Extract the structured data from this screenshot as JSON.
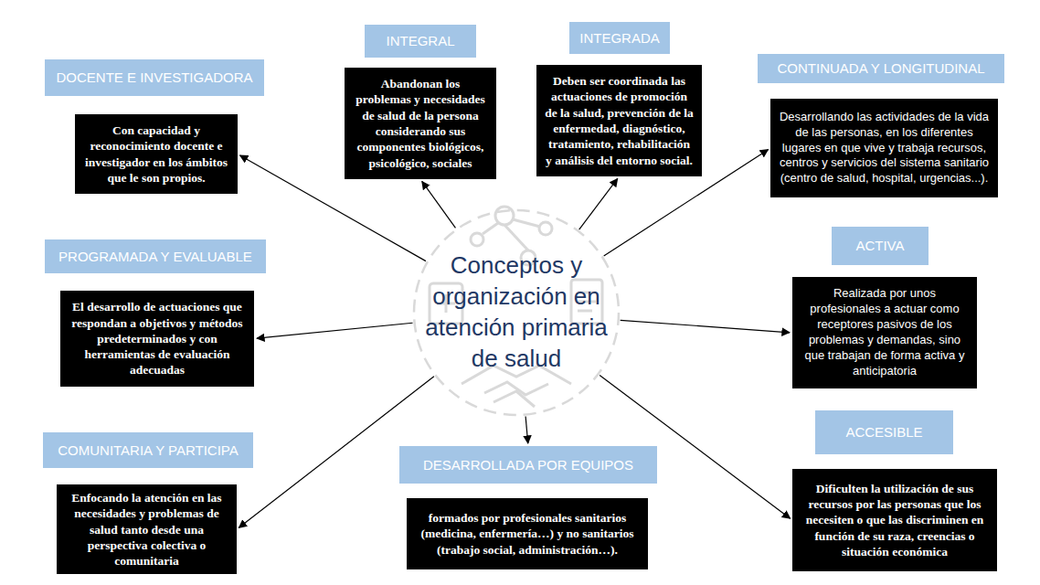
{
  "diagram": {
    "nodes": [
      {
        "text": [
          "Conceptos y organización en atención primaria de salud"
        ]
      },
      {
        "text": [
          "DOCENTE E INVESTIGADORA"
        ]
      },
      {
        "text": [
          "Con capacidad y reconocimiento docente e investigador en los ámbitos que le son propios."
        ]
      },
      {
        "text": [
          "INTEGRAL"
        ]
      },
      {
        "text": [
          "Abandonan los problemas y necesidades de salud de la persona considerando sus componentes biológicos, psicológico, sociales"
        ]
      },
      {
        "text": [
          "INTEGRADA"
        ]
      },
      {
        "text": [
          "Deben ser coordinada las actuaciones de promoción de la salud, prevención de la enfermedad, diagnóstico, tratamiento, rehabilitación y análisis del entorno social."
        ]
      },
      {
        "text": [
          "CONTINUADA Y LONGITUDINAL"
        ]
      },
      {
        "text": [
          "Desarrollando las actividades de la vida de las personas, en los diferentes lugares en que vive y trabaja recursos, centros y servicios del sistema sanitario (centro de salud, hospital, urgencias...)."
        ]
      },
      {
        "text": [
          "PROGRAMADA Y EVALUABLE"
        ]
      },
      {
        "text": [
          "El desarrollo de actuaciones que respondan a objetivos y métodos predeterminados y con herramientas de evaluación adecuadas"
        ]
      },
      {
        "text": [
          "ACTIVA"
        ]
      },
      {
        "text": [
          "Realizada por unos profesionales a actuar como receptores pasivos de los problemas y demandas, sino que trabajan de forma activa y anticipatoria"
        ]
      },
      {
        "text": [
          "COMUNITARIA Y PARTICIPA"
        ]
      },
      {
        "text": [
          "Enfocando la atención en las necesidades y problemas de salud tanto desde una perspectiva colectiva o comunitaria"
        ]
      },
      {
        "text": [
          "DESARROLLADA POR EQUIPOS"
        ]
      },
      {
        "text": [
          "formados por profesionales sanitarios (medicina, enfermería…) y no sanitarios (trabajo social, administración…)."
        ]
      },
      {
        "text": [
          "ACCESIBLE"
        ]
      },
      {
        "text": [
          "Dificulten la utilización de sus recursos por las personas que los necesiten o que las discriminen en función de su raza, creencias o situación económica"
        ]
      }
    ],
    "edges": [
      {
        "from": 0,
        "to": 2,
        "arrow": "to"
      },
      {
        "from": 0,
        "to": 4,
        "arrow": "to"
      },
      {
        "from": 0,
        "to": 6,
        "arrow": "to"
      },
      {
        "from": 0,
        "to": 8,
        "arrow": "to"
      },
      {
        "from": 0,
        "to": 10,
        "arrow": "to"
      },
      {
        "from": 0,
        "to": 12,
        "arrow": "to"
      },
      {
        "from": 0,
        "to": 14,
        "arrow": "to"
      },
      {
        "from": 0,
        "to": 15,
        "arrow": "to"
      },
      {
        "from": 0,
        "to": 18,
        "arrow": "to"
      }
    ]
  }
}
